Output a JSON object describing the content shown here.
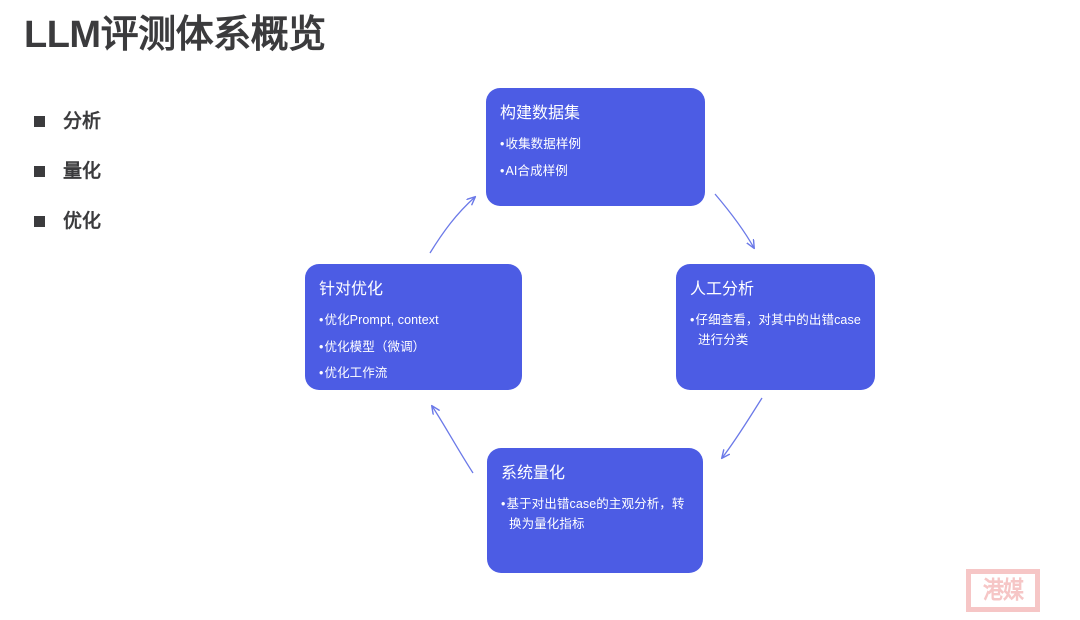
{
  "slide": {
    "title": "LLM评测体系概览",
    "background_color": "#ffffff",
    "title_color": "#3b3b3d",
    "box_color": "#4c5ce4",
    "arrow_color": "#6b79e8"
  },
  "bullets": [
    {
      "marker": "square-bullet-icon",
      "label": "分析"
    },
    {
      "marker": "square-bullet-icon",
      "label": "量化"
    },
    {
      "marker": "square-bullet-icon",
      "label": "优化"
    }
  ],
  "flow": {
    "boxes": [
      {
        "id": "dataset",
        "title": "构建数据集",
        "items": [
          "收集数据样例",
          "AI合成样例"
        ]
      },
      {
        "id": "analysis",
        "title": "人工分析",
        "items": [
          "仔细查看，对其中的出错case进行分类"
        ]
      },
      {
        "id": "quantify",
        "title": "系统量化",
        "items": [
          "基于对出错case的主观分析，转换为量化指标"
        ]
      },
      {
        "id": "optimize",
        "title": "针对优化",
        "items": [
          "优化Prompt, context",
          "优化模型（微调）",
          "优化工作流"
        ]
      }
    ],
    "arrows": [
      {
        "name": "arrow-dataset-to-analysis",
        "from": "dataset",
        "to": "analysis"
      },
      {
        "name": "arrow-analysis-to-quantify",
        "from": "analysis",
        "to": "quantify"
      },
      {
        "name": "arrow-quantify-to-optimize",
        "from": "quantify",
        "to": "optimize"
      },
      {
        "name": "arrow-optimize-to-dataset",
        "from": "optimize",
        "to": "dataset"
      }
    ]
  },
  "watermark": {
    "text": "港媒",
    "color": "#f6c6c6"
  }
}
